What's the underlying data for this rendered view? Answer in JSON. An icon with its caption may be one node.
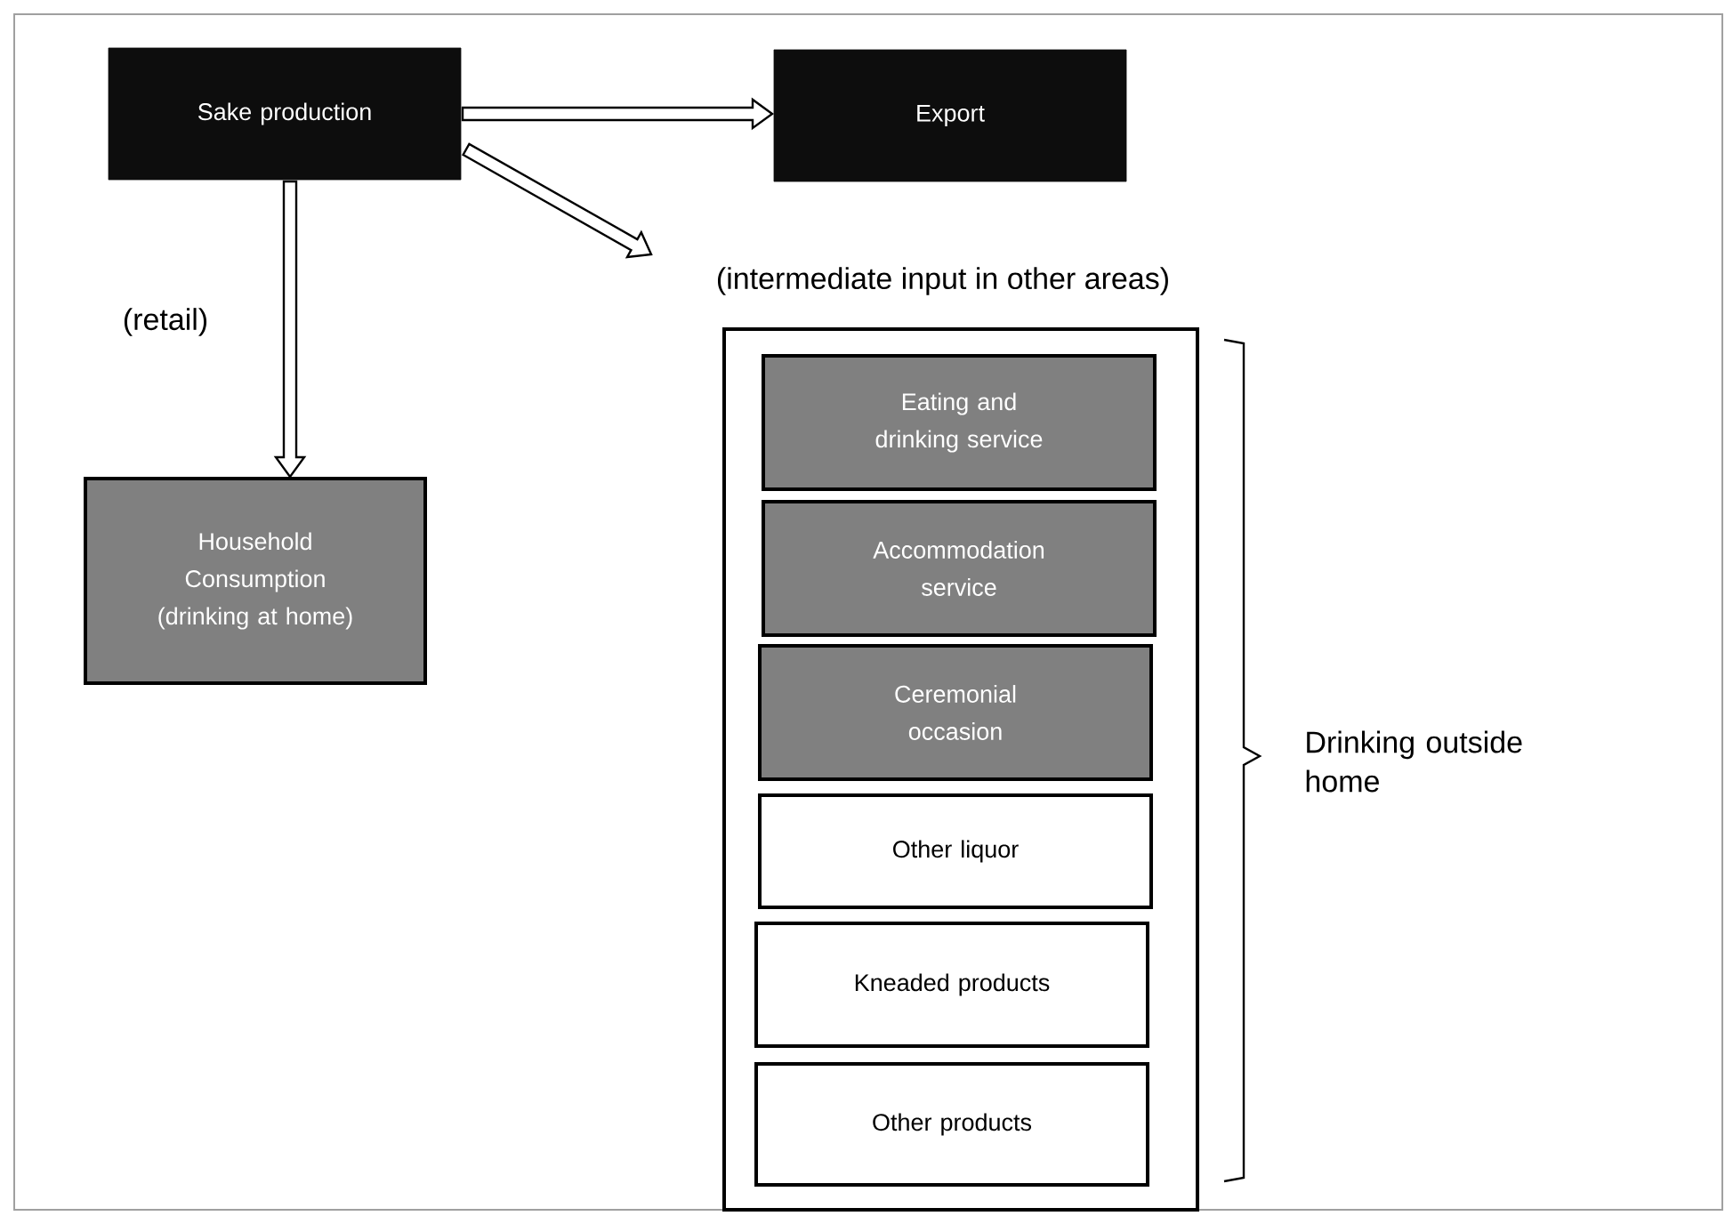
{
  "diagram": {
    "nodes": [
      {
        "text": [
          "Sake production"
        ]
      },
      {
        "text": [
          "Export"
        ]
      },
      {
        "text": [
          "Household Consumption (drinking at home)"
        ]
      },
      {
        "text": [
          "(intermediate input in other areas)"
        ]
      },
      {
        "text": [
          "Eating and drinking service"
        ],
        "in": 3
      },
      {
        "text": [
          "Accommodation service"
        ],
        "in": 3
      },
      {
        "text": [
          "Ceremonial occasion"
        ],
        "in": 3
      },
      {
        "text": [
          "Other liquor"
        ],
        "in": 3
      },
      {
        "text": [
          "Kneaded products"
        ],
        "in": 3
      },
      {
        "text": [
          "Other products"
        ],
        "in": 3
      }
    ],
    "edges": [
      {
        "from": 0,
        "to": 1,
        "arrow": "to"
      },
      {
        "from": 0,
        "to": 3,
        "arrow": "to"
      },
      {
        "from": 0,
        "to": 2,
        "arrow": "to",
        "label": "(retail)"
      }
    ],
    "labels": [
      "Drinking outside home"
    ]
  }
}
